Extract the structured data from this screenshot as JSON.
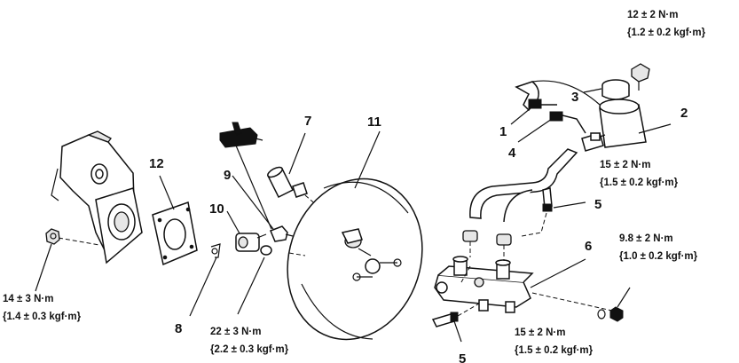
{
  "callouts": {
    "p1": "1",
    "p2": "2",
    "p3": "3",
    "p4": "4",
    "p5a": "5",
    "p5b": "5",
    "p6": "6",
    "p7": "7",
    "p8": "8",
    "p9": "9",
    "p10": "10",
    "p11": "11",
    "p12": "12"
  },
  "torques": {
    "t_reservoir": {
      "nm": "12 ± 2 N·m",
      "kgf": "{1.2 ± 0.2 kgf·m}"
    },
    "t_pipe_upper": {
      "nm": "15 ± 2 N·m",
      "kgf": "{1.5 ± 0.2 kgf·m}"
    },
    "t_nut_right": {
      "nm": "9.8 ± 2 N·m",
      "kgf": "{1.0 ± 0.2 kgf·m}"
    },
    "t_pipe_lower": {
      "nm": "15 ± 2 N·m",
      "kgf": "{1.5 ± 0.2 kgf·m}"
    },
    "t_nut_left": {
      "nm": "14 ± 3 N·m",
      "kgf": "{1.4 ± 0.3 kgf·m}"
    },
    "t_clevis": {
      "nm": "22 ± 3 N·m",
      "kgf": "{2.2 ± 0.3 kgf·m}"
    }
  }
}
